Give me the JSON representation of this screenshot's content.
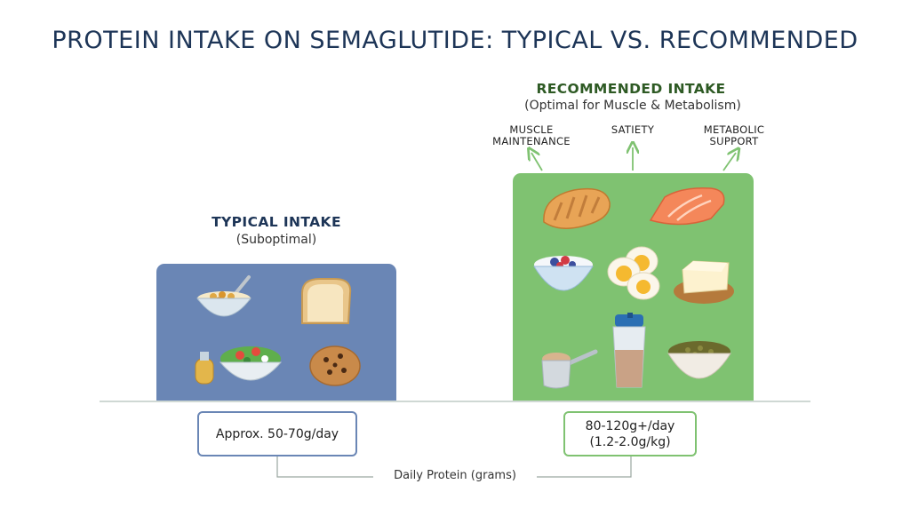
{
  "title": "PROTEIN INTAKE ON SEMAGLUTIDE: TYPICAL VS. RECOMMENDED",
  "colors": {
    "typical": "#6a86b5",
    "recommended": "#7fc271",
    "typical_text": "#1d3557",
    "recommended_text": "#2e5a24",
    "typical_border": "#6a86b5",
    "recommended_border": "#7fc271"
  },
  "chart_data": {
    "type": "bar",
    "title": "PROTEIN INTAKE ON SEMAGLUTIDE: TYPICAL VS. RECOMMENDED",
    "xlabel": "Daily Protein (grams)",
    "ylabel": "",
    "categories": [
      "TYPICAL INTAKE",
      "RECOMMENDED INTAKE"
    ],
    "subtitles": [
      "(Suboptimal)",
      "(Optimal for Muscle & Metabolism)"
    ],
    "value_labels": [
      "Approx. 50-70g/day",
      "80-120g+/day\n(1.2-2.0g/kg)"
    ],
    "values": [
      60,
      100
    ],
    "benefits": [
      "MUSCLE\nMAINTENANCE",
      "SATIETY",
      "METABOLIC\nSUPPORT"
    ],
    "foods": {
      "typical": [
        "cereal-bowl",
        "bread",
        "salad",
        "cookie"
      ],
      "recommended": [
        "chicken-breast",
        "salmon",
        "yogurt-berries",
        "eggs",
        "tofu",
        "protein-shake",
        "protein-powder-scoop",
        "lentils"
      ]
    }
  },
  "typical": {
    "label": "TYPICAL INTAKE",
    "sub": "(Suboptimal)",
    "value_label": "Approx. 50-70g/day"
  },
  "recommended": {
    "label": "RECOMMENDED INTAKE",
    "sub": "(Optimal for Muscle & Metabolism)",
    "value_line1": "80-120g+/day",
    "value_line2": "(1.2-2.0g/kg)"
  },
  "benefits": {
    "b1": "MUSCLE\nMAINTENANCE",
    "b2": "SATIETY",
    "b3": "METABOLIC\nSUPPORT"
  },
  "axis": {
    "label": "Daily Protein (grams)"
  }
}
